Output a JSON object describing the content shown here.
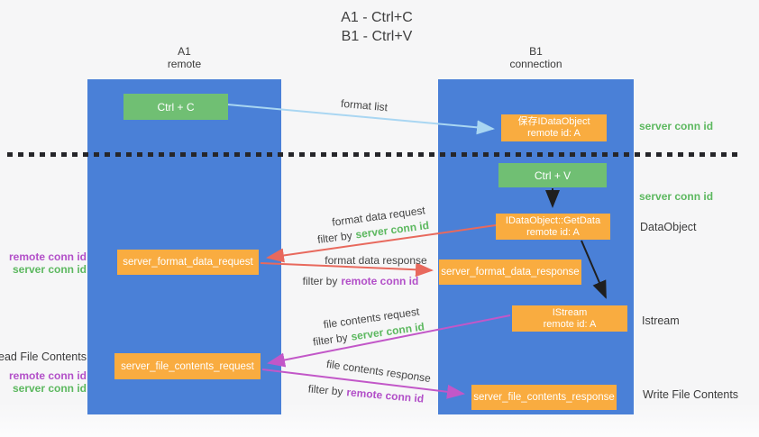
{
  "title": {
    "line1": "A1 - Ctrl+C",
    "line2": "B1 - Ctrl+V"
  },
  "columns": {
    "a1": {
      "name": "A1",
      "subtitle": "remote"
    },
    "b1": {
      "name": "B1",
      "subtitle": "connection"
    }
  },
  "boxes": {
    "ctrl_c": "Ctrl + C",
    "ctrl_v": "Ctrl + V",
    "save_idataobject_line1": "保存IDataObject",
    "save_idataobject_line2": "remote id: A",
    "getdata_line1": "IDataObject::GetData",
    "getdata_line2": "remote id: A",
    "istream_line1": "IStream",
    "istream_line2": "remote id: A",
    "format_request": "server_format_data_request",
    "format_response": "server_format_data_response",
    "file_request": "server_file_contents_request",
    "file_response": "server_file_contents_response"
  },
  "labels": {
    "server_conn_id": "server conn id",
    "remote_conn_id": "remote conn id",
    "dataobject": "DataObject",
    "istream": "Istream",
    "read_file_contents": "Read File Contents",
    "write_file_contents": "Write File Contents"
  },
  "annotations": {
    "format_list": "format list",
    "format_data_request": "format data request",
    "format_data_response": "format data response",
    "file_contents_request": "file contents request",
    "file_contents_response": "file contents response",
    "filter_by": "filter by"
  },
  "colors": {
    "column_blue": "#4a80d7",
    "box_orange": "#f9ac40",
    "box_green": "#70bf73",
    "text_green": "#5cb85f",
    "text_purple": "#b24fc8",
    "arrow_salmon": "#e8695d",
    "arrow_magenta": "#c257c8",
    "arrow_lightblue": "#a9d6f2",
    "arrow_black": "#1f1f1f"
  }
}
